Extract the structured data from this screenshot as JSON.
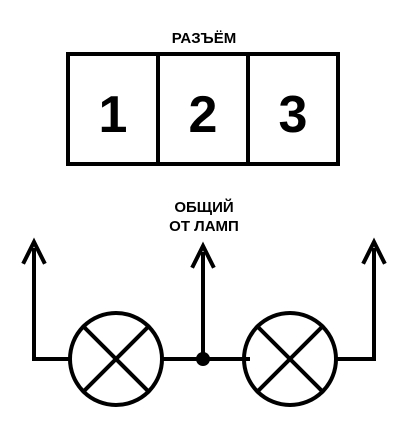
{
  "connector": {
    "title": "РАЗЪЁМ",
    "pins": [
      "1",
      "2",
      "3"
    ]
  },
  "common": {
    "line1": "ОБЩИЙ",
    "line2": "ОТ ЛАМП"
  },
  "colors": {
    "line": "#000000",
    "background": "#ffffff"
  }
}
